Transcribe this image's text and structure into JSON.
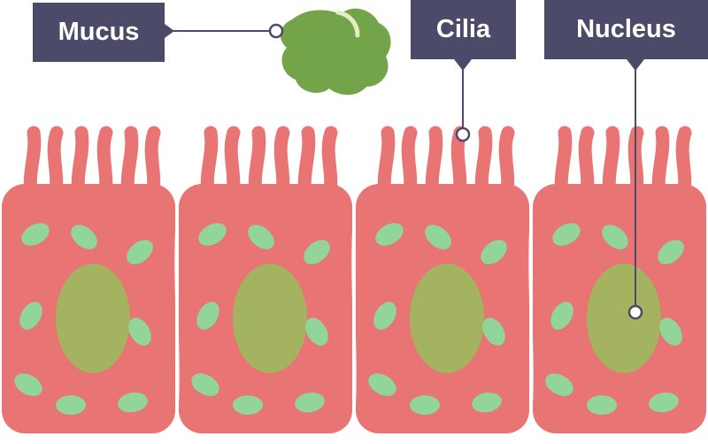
{
  "labels": {
    "mucus": "Mucus",
    "cilia": "Cilia",
    "nucleus": "Nucleus"
  },
  "colors": {
    "cell": "#e87474",
    "nucleus": "#a3b35f",
    "organelle": "#92d59a",
    "mucus": "#74a44a",
    "label_bg": "#4b4b69",
    "label_text": "#ffffff"
  },
  "cell_count": 4
}
